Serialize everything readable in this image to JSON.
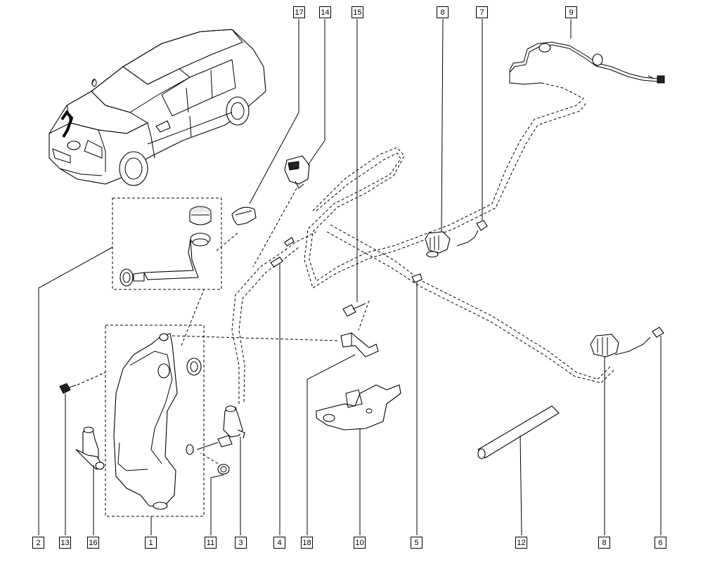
{
  "callouts": [
    {
      "id": "c17",
      "label": "17"
    },
    {
      "id": "c14",
      "label": "14"
    },
    {
      "id": "c15",
      "label": "15"
    },
    {
      "id": "c8top",
      "label": "8"
    },
    {
      "id": "c7",
      "label": "7"
    },
    {
      "id": "c9",
      "label": "9"
    },
    {
      "id": "c2",
      "label": "2"
    },
    {
      "id": "c13",
      "label": "13"
    },
    {
      "id": "c16",
      "label": "16"
    },
    {
      "id": "c1",
      "label": "1"
    },
    {
      "id": "c11",
      "label": "11"
    },
    {
      "id": "c3",
      "label": "3"
    },
    {
      "id": "c4",
      "label": "4"
    },
    {
      "id": "c18",
      "label": "18"
    },
    {
      "id": "c10",
      "label": "10"
    },
    {
      "id": "c5",
      "label": "5"
    },
    {
      "id": "c12",
      "label": "12"
    },
    {
      "id": "c8bot",
      "label": "8"
    },
    {
      "id": "c6",
      "label": "6"
    }
  ]
}
